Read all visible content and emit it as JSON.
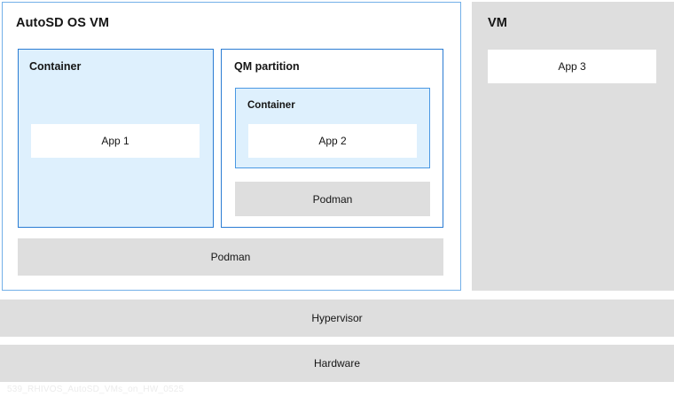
{
  "diagram": {
    "watermark": "539_RHIVOS_AutoSD_VMs_on_HW_0525",
    "colors": {
      "outer_vm_border": "#73b0e8",
      "container_border": "#2b7cd3",
      "container_fill": "#def0fd",
      "gray_fill": "#dedede",
      "app_fill": "#ffffff",
      "text": "#151515",
      "watermark": "#ececec"
    },
    "autosd_vm": {
      "title": "AutoSD OS VM",
      "container": {
        "title": "Container",
        "app": "App 1"
      },
      "qm_partition": {
        "title": "QM partition",
        "container": {
          "title": "Container",
          "app": "App 2"
        },
        "podman": "Podman"
      },
      "podman": "Podman"
    },
    "vm": {
      "title": "VM",
      "app": "App 3"
    },
    "layers": {
      "hypervisor": "Hypervisor",
      "hardware": "Hardware"
    }
  }
}
